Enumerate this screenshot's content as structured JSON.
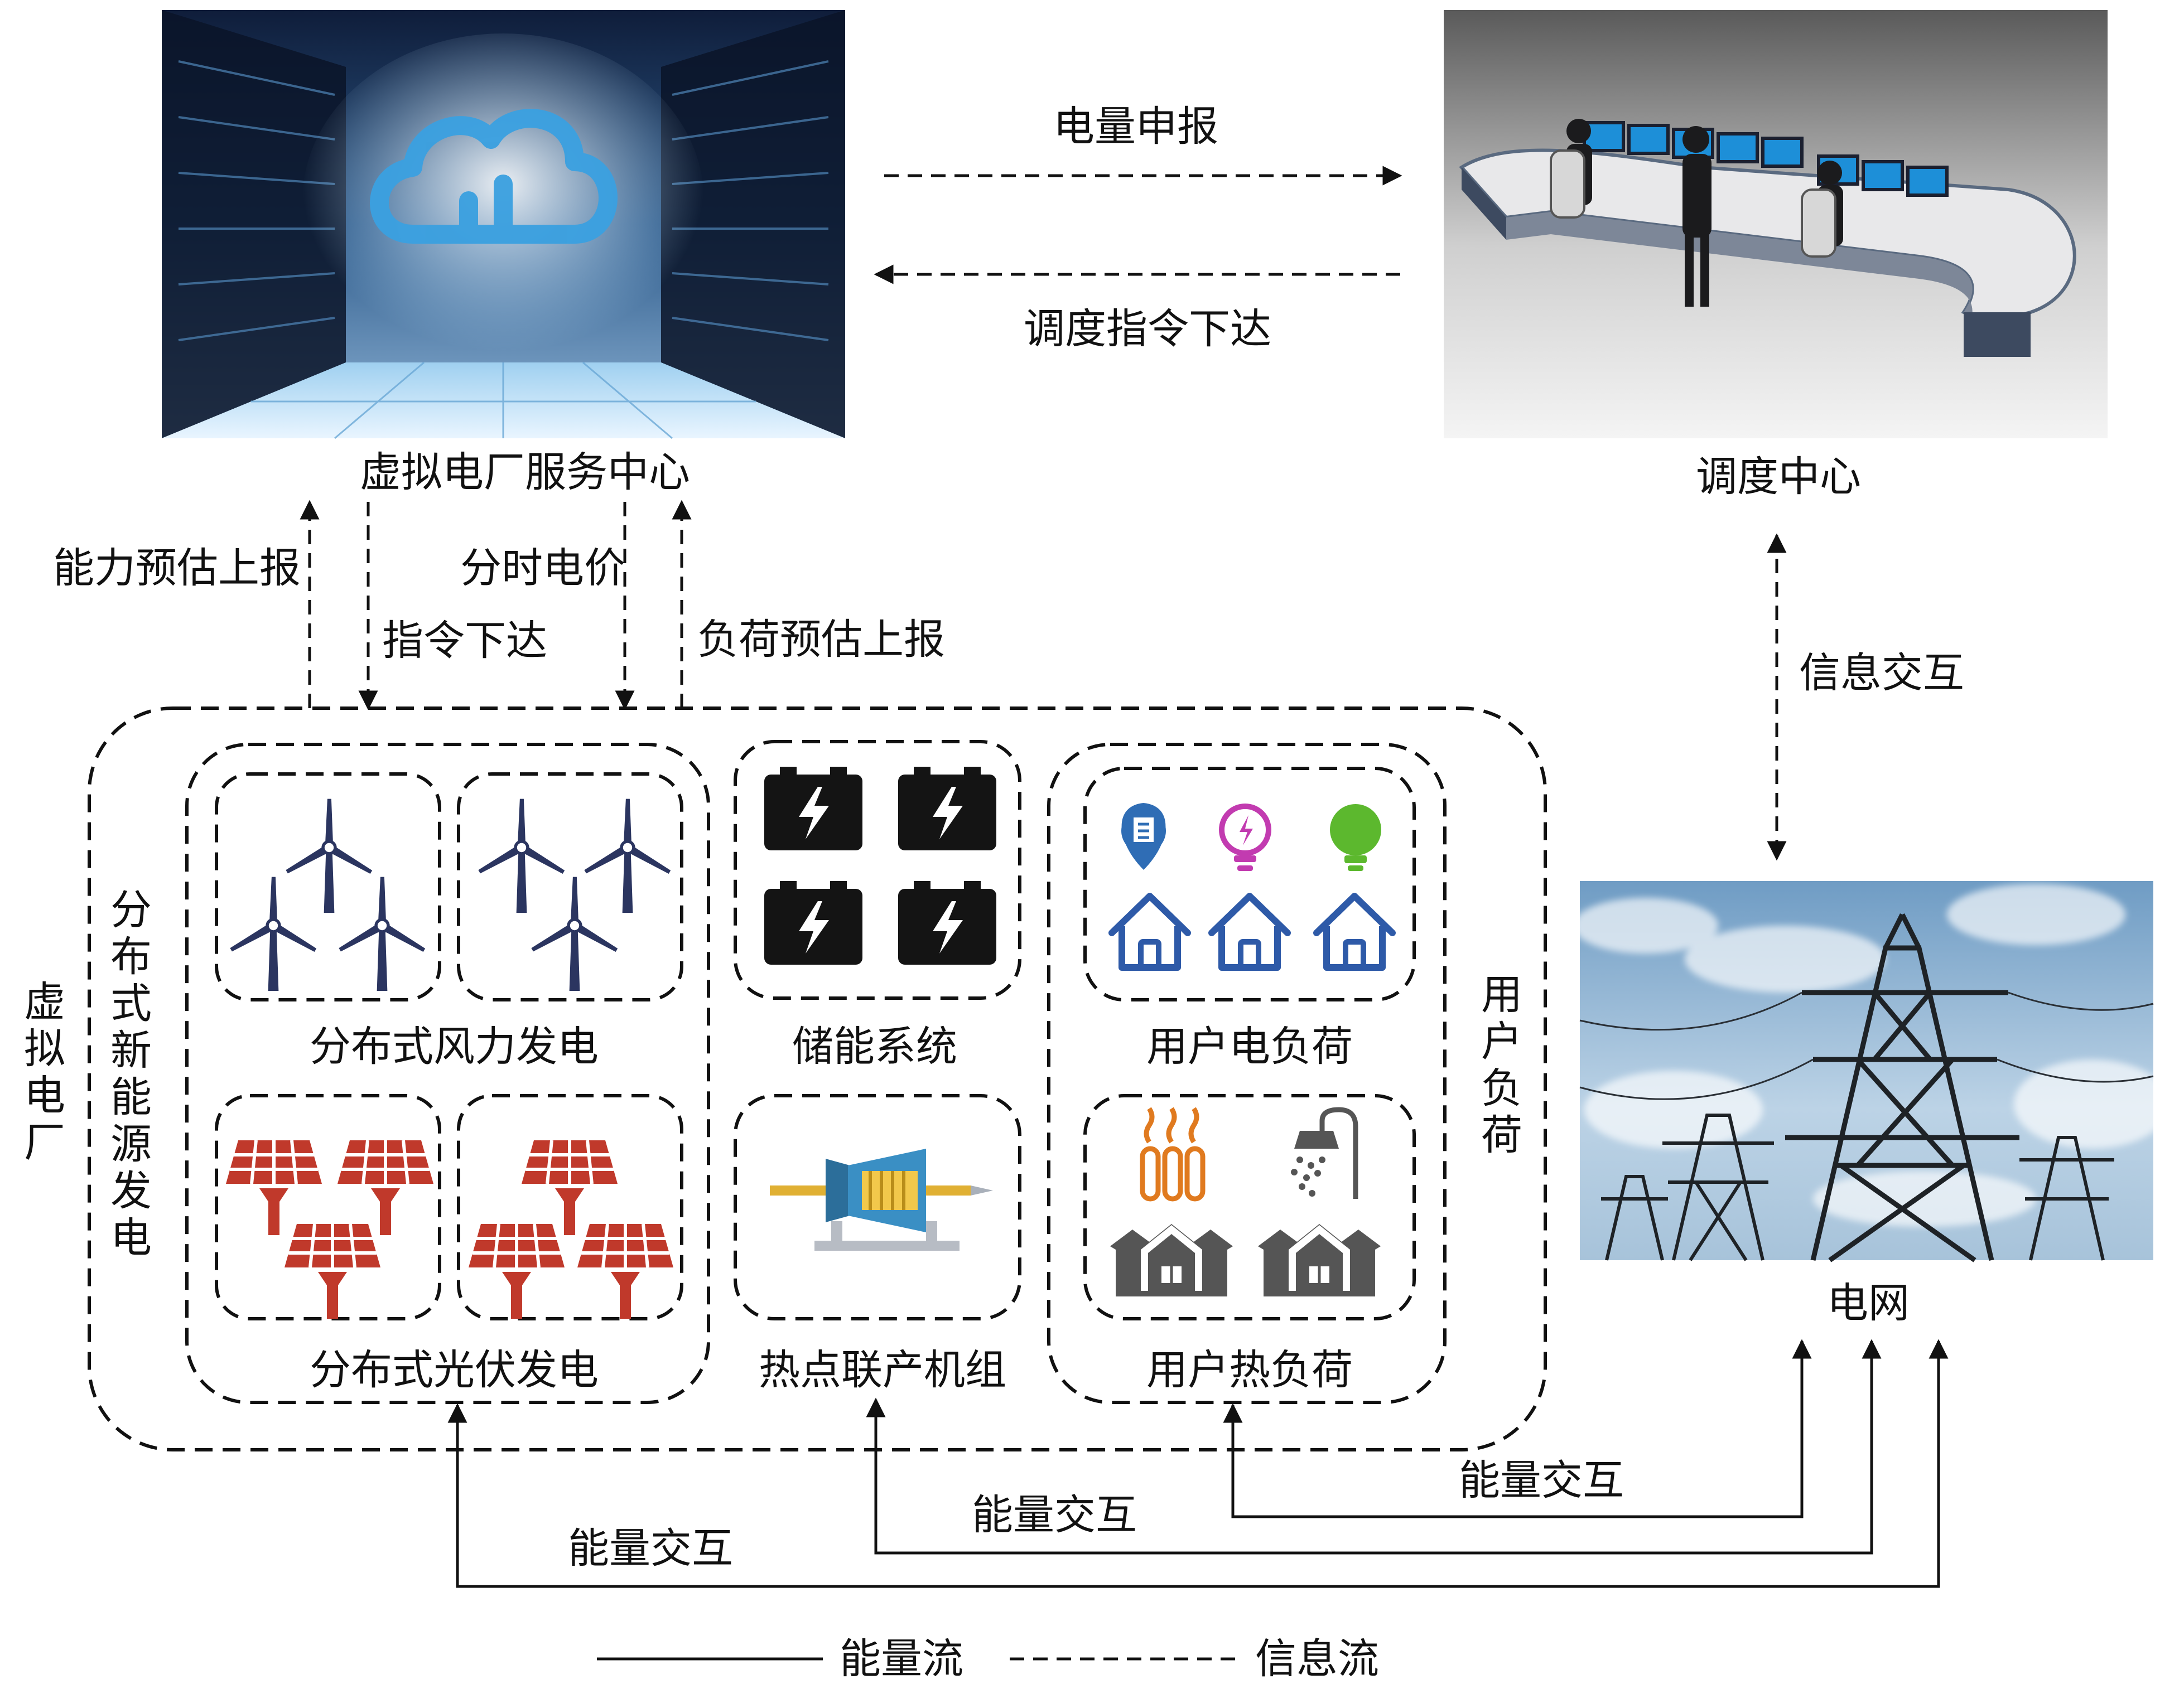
{
  "nodes": {
    "vpp_service_center": "虚拟电厂服务中心",
    "dispatch_center": "调度中心",
    "power_grid": "电网"
  },
  "edges": {
    "energy_declaration": "电量申报",
    "dispatch_command": "调度指令下达",
    "capacity_report": "能力预估上报",
    "command_issue": "指令下达",
    "tou_price": "分时电价",
    "load_report": "负荷预估上报",
    "info_interaction": "信息交互",
    "energy_interaction": "能量交互"
  },
  "vpp": {
    "label": [
      "虚",
      "拟",
      "电",
      "厂"
    ],
    "der_group": [
      "分",
      "布",
      "式",
      "新",
      "能",
      "源",
      "发",
      "电"
    ],
    "user_load_group": [
      "用",
      "户",
      "负",
      "荷"
    ],
    "wind": "分布式风力发电",
    "pv": "分布式光伏发电",
    "storage": "储能系统",
    "chp": "热点联产机组",
    "elec_load": "用户电负荷",
    "heat_load": "用户热负荷"
  },
  "legend": {
    "energy_flow": "能量流",
    "info_flow": "信息流"
  },
  "colors": {
    "wind_icon": "#2b3560",
    "solar_icon": "#c0392b",
    "battery_icon": "#141414",
    "house_icon": "#2e5aa8",
    "heat_house_icon": "#555555",
    "heater_icon": "#e07a1f",
    "pin_icon": "#2f6db5",
    "bulb_icon_1": "#c23bb0",
    "bulb_icon_2": "#5cb82e"
  }
}
